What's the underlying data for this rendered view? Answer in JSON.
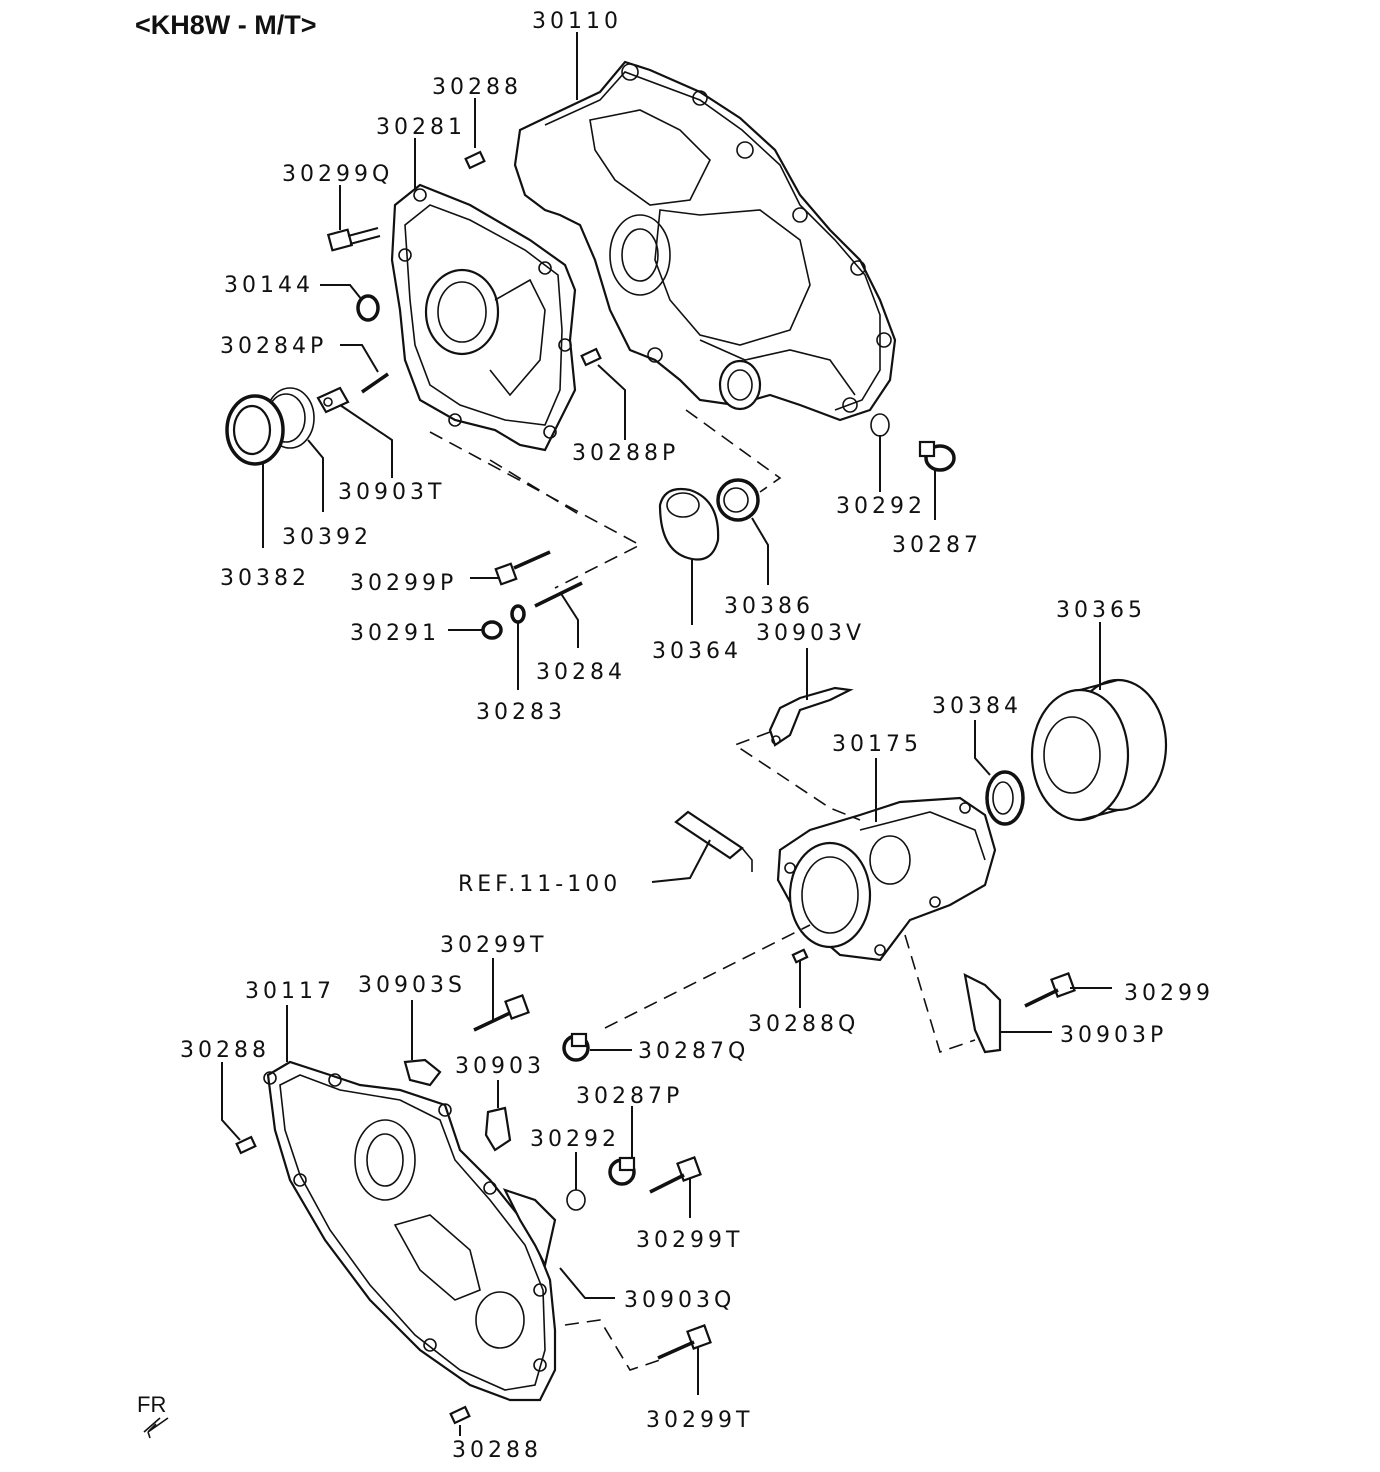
{
  "title": "<KH8W - M/T>",
  "orientation_label": "FR",
  "callouts": [
    {
      "id": "c30110",
      "text": "30110"
    },
    {
      "id": "c30288a",
      "text": "30288"
    },
    {
      "id": "c30281",
      "text": "30281"
    },
    {
      "id": "c30299Q",
      "text": "30299Q"
    },
    {
      "id": "c30144",
      "text": "30144"
    },
    {
      "id": "c30284P",
      "text": "30284P"
    },
    {
      "id": "c30903T",
      "text": "30903T"
    },
    {
      "id": "c30392",
      "text": "30392"
    },
    {
      "id": "c30382",
      "text": "30382"
    },
    {
      "id": "c30288P",
      "text": "30288P"
    },
    {
      "id": "c30292a",
      "text": "30292"
    },
    {
      "id": "c30287",
      "text": "30287"
    },
    {
      "id": "c30386",
      "text": "30386"
    },
    {
      "id": "c30364",
      "text": "30364"
    },
    {
      "id": "c30299P",
      "text": "30299P"
    },
    {
      "id": "c30291",
      "text": "30291"
    },
    {
      "id": "c30284",
      "text": "30284"
    },
    {
      "id": "c30283",
      "text": "30283"
    },
    {
      "id": "c30365",
      "text": "30365"
    },
    {
      "id": "c30903V",
      "text": "30903V"
    },
    {
      "id": "c30384",
      "text": "30384"
    },
    {
      "id": "c30175",
      "text": "30175"
    },
    {
      "id": "cREF",
      "text": "REF.11-100"
    },
    {
      "id": "c30299Ta",
      "text": "30299T"
    },
    {
      "id": "c30117",
      "text": "30117"
    },
    {
      "id": "c30903S",
      "text": "30903S"
    },
    {
      "id": "c30288b",
      "text": "30288"
    },
    {
      "id": "c30903",
      "text": "30903"
    },
    {
      "id": "c30287Q",
      "text": "30287Q"
    },
    {
      "id": "c30288Q",
      "text": "30288Q"
    },
    {
      "id": "c30299",
      "text": "30299"
    },
    {
      "id": "c30903P",
      "text": "30903P"
    },
    {
      "id": "c30287P",
      "text": "30287P"
    },
    {
      "id": "c30292b",
      "text": "30292"
    },
    {
      "id": "c30299Tb",
      "text": "30299T"
    },
    {
      "id": "c30903Q",
      "text": "30903Q"
    },
    {
      "id": "c30299Tc",
      "text": "30299T"
    },
    {
      "id": "c30288c",
      "text": "30288"
    }
  ]
}
